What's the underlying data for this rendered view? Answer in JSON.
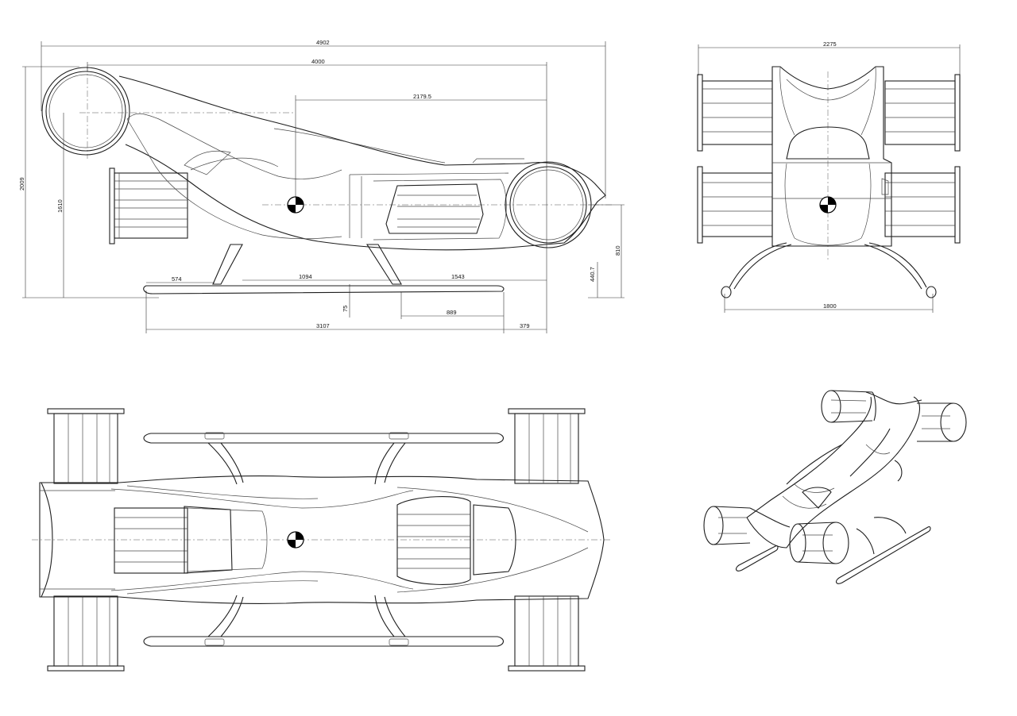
{
  "drawing": {
    "colors": {
      "line": "#1e1e1e",
      "background": "#ffffff",
      "cg_marker": "#000000"
    },
    "side_view": {
      "dims": {
        "overall_length": "4902",
        "fuselage_length": "4000",
        "cg_from_rear": "2179.5",
        "overall_height": "2009",
        "ring_height": "1610",
        "rear_ring_height": "810",
        "skid_clearance": "440.7",
        "skid_rear_offset": "574",
        "strut_spacing": "1094",
        "front_strut_to_ring": "1543",
        "skid_thickness": "75",
        "skid_front_segment": "889",
        "skid_length": "3107",
        "front_overhang": "379"
      }
    },
    "front_view": {
      "dims": {
        "overall_width": "2275",
        "skid_track": "1800"
      }
    },
    "top_view": {},
    "iso_view": {}
  }
}
